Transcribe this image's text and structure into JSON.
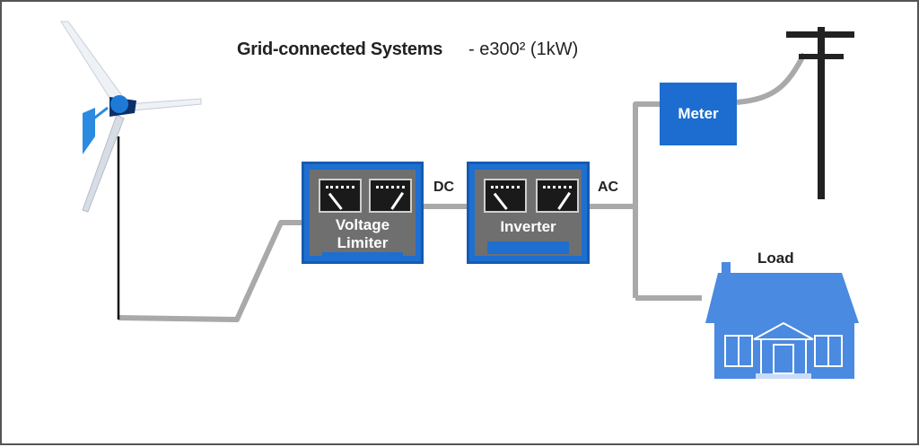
{
  "title": {
    "main": "Grid-connected Systems",
    "model": "- e300² (1kW)"
  },
  "labels": {
    "dc": "DC",
    "ac": "AC",
    "load": "Load"
  },
  "devices": {
    "voltage_limiter": {
      "line1": "Voltage",
      "line2": "Limiter"
    },
    "inverter": {
      "label": "Inverter"
    },
    "meter": {
      "label": "Meter"
    }
  },
  "colors": {
    "device_blue": "#1e6fd0",
    "panel_gray": "#6f6f6f",
    "wire_gray": "#a9a9a9",
    "house_blue": "#4a8ae0"
  },
  "icons": [
    "wind-turbine-icon",
    "utility-pole-icon",
    "house-icon",
    "gauge-icon"
  ]
}
